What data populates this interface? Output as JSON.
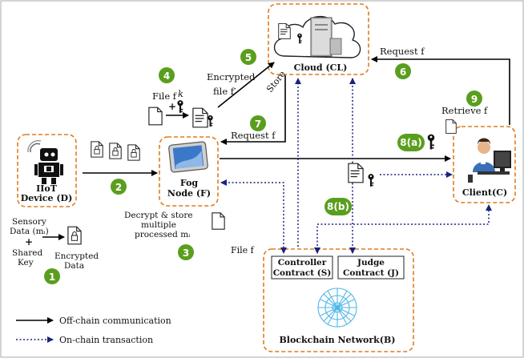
{
  "colors": {
    "border": "#aaaaaa",
    "dashed_box": "#e07b1e",
    "step_green": "#5a9e1e",
    "offchain_arrow": "#000000",
    "onchain_arrow": "#1a237e",
    "blockchain_icon": "#4db6e8",
    "fog_screen": "#3a78c8"
  },
  "entities": {
    "cloud": "Cloud (CL)",
    "iot_line1": "IIoT",
    "iot_line2": "Device (D)",
    "fog_line1": "Fog",
    "fog_line2": "Node (F)",
    "client": "Client(C)",
    "controller_line1": "Controller",
    "controller_line2": "Contract (S)",
    "judge_line1": "Judge",
    "judge_line2": "Contract (J)",
    "blockchain": "Blockchain Network(B)"
  },
  "labels": {
    "store": "Store",
    "request_f_top": "Request f",
    "encrypted_line1": "Encrypted",
    "encrypted_line2": "file f′",
    "file_f": "File f",
    "plus": "+",
    "key_k": "k",
    "request_f_fog": "Request f",
    "retrieve": "Retrieve f",
    "decrypt_line1": "Decrypt & store",
    "decrypt_line2": "multiple",
    "decrypt_line3": "processed mᵢ",
    "file_f_bottom": "File f",
    "sensory_line1": "Sensory",
    "sensory_line2": "Data (mᵢ)",
    "plus_bold": "+",
    "shared_line1": "Shared",
    "shared_line2": "Key",
    "encrypted_data_line1": "Encrypted",
    "encrypted_data_line2": "Data"
  },
  "steps": {
    "s1": "1",
    "s2": "2",
    "s3": "3",
    "s4": "4",
    "s5": "5",
    "s6": "6",
    "s7": "7",
    "s8a": "8(a)",
    "s8b": "8(b)",
    "s9": "9"
  },
  "legend": {
    "offchain": "Off-chain communication",
    "onchain": "On-chain transaction"
  },
  "icons": {
    "cloud": "cloud-server-icon",
    "robot": "iiot-robot-icon",
    "tablet": "fog-tablet-icon",
    "person": "client-computer-icon",
    "network": "blockchain-network-icon",
    "key": "key-icon",
    "document": "document-icon",
    "lock_doc": "locked-document-icon"
  }
}
